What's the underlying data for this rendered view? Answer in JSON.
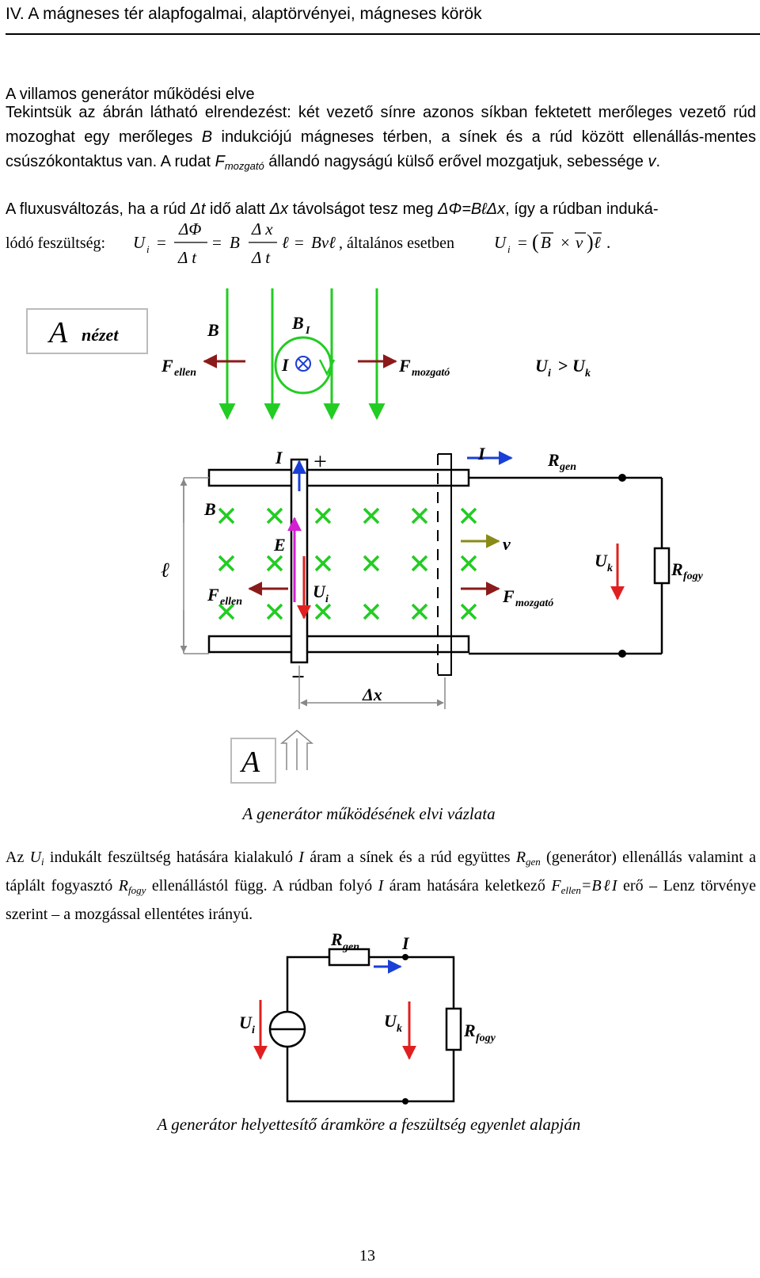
{
  "header": {
    "title": "IV. A mágneses tér alapfogalmai, alaptörvényei, mágneses körök"
  },
  "section": {
    "title": "A villamos generátor működési elve",
    "intro_1": "Tekintsük az ábrán látható elrendezést: két vezető sínre azonos síkban fektetett merőleges vezető rúd mozoghat egy merőleges ",
    "intro_B": "B",
    "intro_2": " indukciójú mágneses térben, a sínek és a rúd között ellenállás-mentes csúszókontaktus van. A rudat ",
    "intro_F": "F",
    "intro_Fsub": "mozgató",
    "intro_3": " állandó nagyságú külső erővel mozgatjuk, sebessége ",
    "intro_v": "v",
    "intro_4": ".",
    "flux_1": "A fluxusváltozás, ha a rúd ",
    "flux_dt": "Δt",
    "flux_2": " idő alatt ",
    "flux_dx": "Δx",
    "flux_3": " távolságot tesz meg ",
    "flux_eq": "ΔΦ=BℓΔx",
    "flux_4": ", így a rúdban induká-",
    "flux_5": "lódó feszültség:",
    "flux_6": ", általános esetben"
  },
  "formula": {
    "Ui": "U",
    "Ui_sub": "i",
    "eq": "=",
    "dphi": "ΔΦ",
    "dt": "Δ t",
    "B": "B",
    "dx": "Δ x",
    "ell": "ℓ",
    "Bvl": "Bvℓ",
    "cross": "×",
    "v": "v",
    "dot": "."
  },
  "diagram1": {
    "view_label": "A",
    "view_label_2": "nézet",
    "B": "B",
    "BI": "B",
    "BI_sub": "I",
    "I": "I",
    "F": "F",
    "ellen": "ellen",
    "mozgato": "mozgató",
    "cmp": "U",
    "cmp_i": "i",
    "gt": ">",
    "cmp_k": "k",
    "plus": "+",
    "minus": "−",
    "R": "R",
    "gen": "gen",
    "fogy": "fogy",
    "E": "E",
    "v": "v",
    "U": "U",
    "i": "i",
    "k": "k",
    "ell": "ℓ",
    "dx": "Δx",
    "x": "×",
    "bottom_label": "A",
    "caption": "A generátor működésének elvi vázlata"
  },
  "paragraph2": {
    "t1": "Az ",
    "U": "U",
    "Usub": "i",
    "t2": " indukált feszültség hatására kialakuló ",
    "I": "I",
    "t3": " áram a sínek és a rúd együttes ",
    "R1": "R",
    "R1sub": "gen",
    "t4": " (generátor) ellenállás valamint a táplált fogyasztó ",
    "R2": "R",
    "R2sub": "fogy",
    "t5": " ellenállástól függ. A rúdban folyó ",
    "I2": "I",
    "t6": " áram hatására keletkező ",
    "F": "F",
    "Fsub": "ellen",
    "eq": "=BℓI",
    "t7": " erő – Lenz törvénye szerint – a mozgással ellentétes irányú."
  },
  "diagram2": {
    "R": "R",
    "gen": "gen",
    "I": "I",
    "U": "U",
    "i": "i",
    "k": "k",
    "fogy": "fogy",
    "caption": "A generátor helyettesítő áramköre a feszültség egyenlet alapján"
  },
  "page_number": "13",
  "colors": {
    "green": "#22cc22",
    "maroon": "#8b1a1a",
    "blue": "#1a3fd6",
    "red": "#e02020",
    "magenta": "#d11fd1",
    "olive": "#8a8a18"
  }
}
